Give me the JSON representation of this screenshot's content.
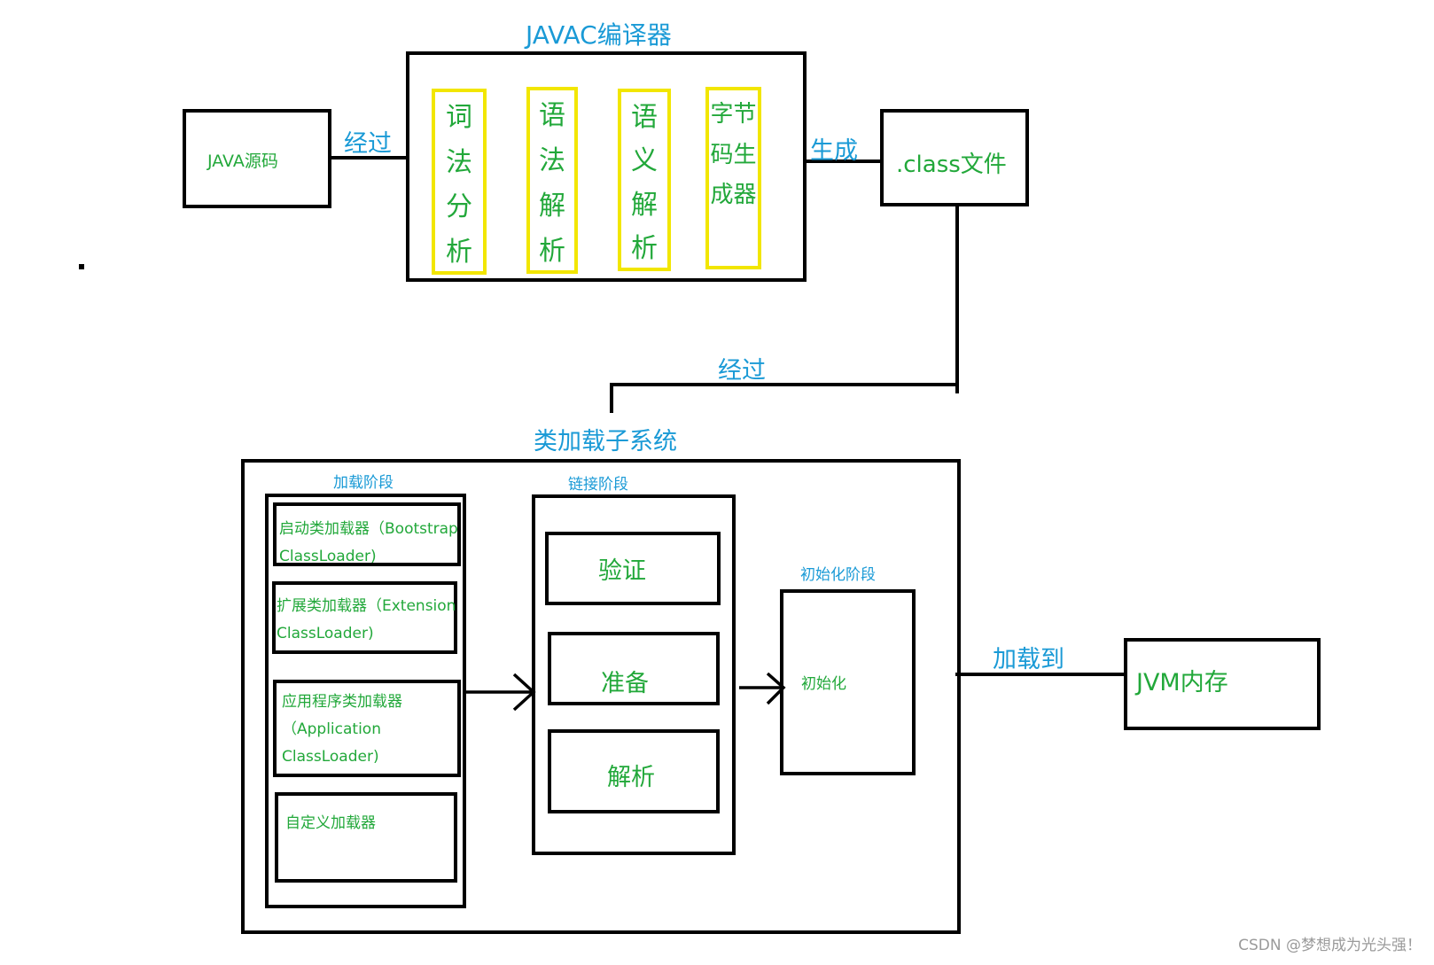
{
  "compiler": {
    "title": "JAVAC编译器",
    "source": "JAVA源码",
    "pass1": "经过",
    "stages": [
      {
        "chars": [
          "词",
          "法",
          "分",
          "析"
        ]
      },
      {
        "chars": [
          "语",
          "法",
          "解",
          "析"
        ]
      },
      {
        "chars": [
          "语",
          "义",
          "解",
          "析"
        ]
      },
      {
        "chars": [
          "字节",
          "码生",
          "成器"
        ]
      }
    ],
    "generate": "生成",
    "output": ".class文件"
  },
  "pass2": "经过",
  "classloader": {
    "title": "类加载子系统",
    "loading": {
      "label": "加载阶段",
      "loaders": [
        {
          "line1": "启动类加载器（Bootstrap",
          "line2": "ClassLoader)"
        },
        {
          "line1": "扩展类加载器（Extension",
          "line2": "ClassLoader)"
        },
        {
          "line1": "应用程序类加载器",
          "line2": "（Application",
          "line3": "ClassLoader)"
        },
        {
          "line1": "自定义加载器"
        }
      ]
    },
    "linking": {
      "label": "链接阶段",
      "steps": [
        "验证",
        "准备",
        "解析"
      ]
    },
    "init": {
      "label": "初始化阶段",
      "content": "初始化"
    }
  },
  "load_to": "加载到",
  "jvm": "JVM内存",
  "watermark": "CSDN @梦想成为光头强！",
  "colors": {
    "green": "#22a83a",
    "blue": "#1a9ad6",
    "yellow": "#f2e600",
    "black": "#000000"
  }
}
